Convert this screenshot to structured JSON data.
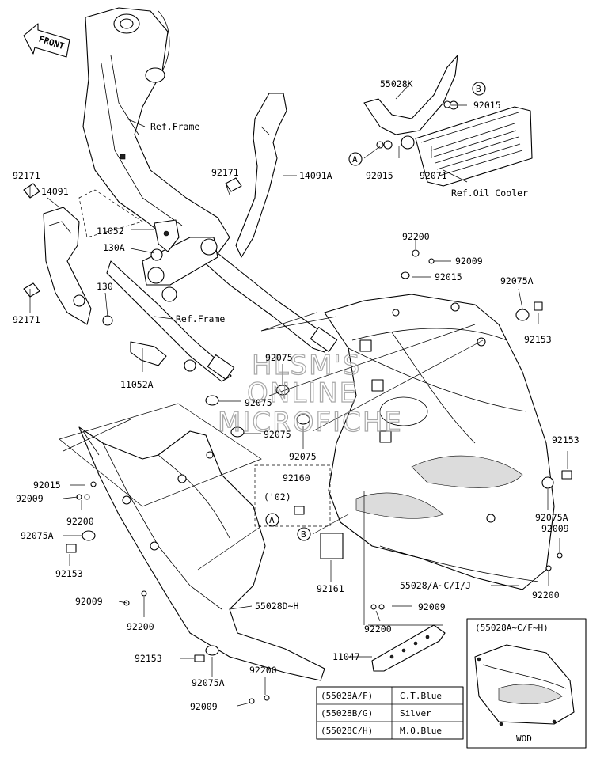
{
  "front_label": "FRONT",
  "watermark": [
    "HLSM'S",
    "ONLINE",
    "MICROFICHE"
  ],
  "callouts": {
    "A": "A",
    "B": "B"
  },
  "parts": {
    "p55028K": "55028K",
    "p92015_top": "92015",
    "p92015_left_top": "92015",
    "p92071": "92071",
    "ref_oil_cooler": "Ref.Oil Cooler",
    "ref_frame_top": "Ref.Frame",
    "ref_frame_mid": "Ref.Frame",
    "p92171_a": "92171",
    "p92171_b": "92171",
    "p92171_c": "92171",
    "p14091": "14091",
    "p14091A": "14091A",
    "p11052": "11052",
    "p130A": "130A",
    "p130": "130",
    "p11052A": "11052A",
    "p92200_top": "92200",
    "p92009_top": "92009",
    "p92015_mid": "92015",
    "p92075A_top": "92075A",
    "p92153_top": "92153",
    "p92075_a": "92075",
    "p92075_b": "92075",
    "p92075_c": "92075",
    "p92075_d": "92075",
    "p92160": "92160",
    "p92160_note": "('02)",
    "p92015_left": "92015",
    "p92009_left": "92009",
    "p92200_left": "92200",
    "p92075A_left": "92075A",
    "p92153_left": "92153",
    "p92153_right": "92153",
    "p92075A_right": "92075A",
    "p92009_right": "92009",
    "p92200_right": "92200",
    "p92161": "92161",
    "p55028_main": "55028/A~C/I/J",
    "p92009_low": "92009",
    "p92200_low": "92200",
    "p55028D": "55028D~H",
    "p92009_low2": "92009",
    "p92200_low2": "92200",
    "p11047": "11047",
    "p92200_bottom": "92200",
    "p92153_bottom": "92153",
    "p92075A_bottom": "92075A",
    "p92009_bottom": "92009"
  },
  "inset": {
    "title": "(55028A~C/F~H)",
    "caption": "WOD"
  },
  "color_table": {
    "rows": [
      {
        "code": "(55028A/F)",
        "color": "C.T.Blue"
      },
      {
        "code": "(55028B/G)",
        "color": "Silver"
      },
      {
        "code": "(55028C/H)",
        "color": "M.O.Blue"
      }
    ]
  }
}
